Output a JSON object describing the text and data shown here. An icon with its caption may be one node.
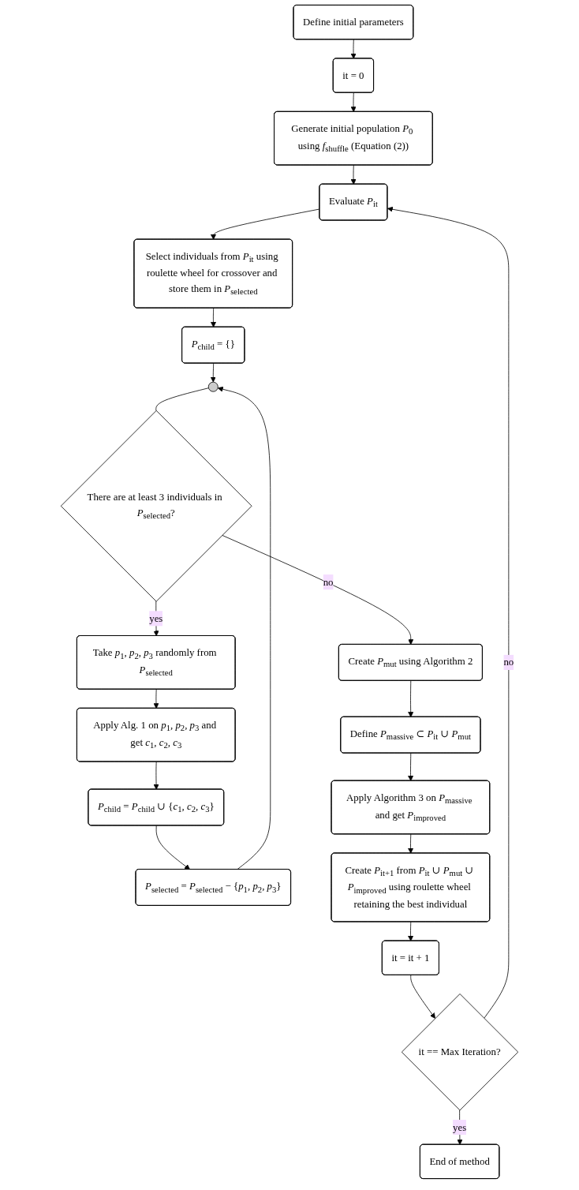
{
  "diagram": {
    "nodes": [
      {
        "text": [
          "Define initial parameters"
        ]
      },
      {
        "text": [
          "it = 0"
        ]
      },
      {
        "text": [
          "Generate initial population *P*$_{0}$ using *f*$_{shuffle}$ (Equation (2))"
        ]
      },
      {
        "text": [
          "Evaluate *P*$_{it}$"
        ]
      },
      {
        "text": [
          "Select individuals from *P*$_{it}$ using roulette wheel for crossover and store them in *P*$_{selected}$"
        ]
      },
      {
        "text": [
          "*P*$_{child}$ = {}"
        ]
      },
      {
        "text": [],
        "shape": "circle"
      },
      {
        "text": [
          "There are at least 3 individuals in *P*$_{selected}$?"
        ]
      },
      {
        "text": [
          "Take *p*$_{1}$, *p*$_{2}$, *p*$_{3}$ randomly from *P*$_{selected}$"
        ]
      },
      {
        "text": [
          "Apply Alg. 1 on *p*$_{1}$, *p*$_{2}$, *p*$_{3}$ and get *c*$_{1}$, *c*$_{2}$, *c*$_{3}$"
        ]
      },
      {
        "text": [
          "*P*$_{child}$ = *P*$_{child}$ ∪ {*c*$_{1}$, *c*$_{2}$, *c*$_{3}$}"
        ]
      },
      {
        "text": [
          "*P*$_{selected}$ = *P*$_{selected}$ − {*p*$_{1}$, *p*$_{2}$, *p*$_{3}$}"
        ]
      },
      {
        "text": [
          "Create *P*$_{mut}$ using Algorithm 2"
        ]
      },
      {
        "text": [
          "Define *P*$_{massive}$ ⊂ *P*$_{it}$ ∪ *P*$_{mut}$"
        ]
      },
      {
        "text": [
          "Apply Algorithm 3 on *P*$_{massive}$ and get *P*$_{improved}$"
        ]
      },
      {
        "text": [
          "Create *P*$_{it+1}$ from *P*$_{it}$ ∪ *P*$_{mut}$ ∪ *P*$_{improved}$ using roulette wheel retaining the best individual"
        ]
      },
      {
        "text": [
          "it = it + 1"
        ]
      },
      {
        "text": [
          "it == Max Iteration?"
        ]
      },
      {
        "text": [
          "End of method"
        ]
      }
    ],
    "edges": [
      {
        "from": 0,
        "to": 1,
        "arrow": "to"
      },
      {
        "from": 1,
        "to": 2,
        "arrow": "to"
      },
      {
        "from": 2,
        "to": 3,
        "arrow": "to"
      },
      {
        "from": 3,
        "to": 4,
        "arrow": "to"
      },
      {
        "from": 4,
        "to": 5,
        "arrow": "to"
      },
      {
        "from": 5,
        "to": 6,
        "arrow": "to"
      },
      {
        "from": 6,
        "to": 7,
        "arrow": "none"
      },
      {
        "from": 7,
        "to": 8,
        "arrow": "to",
        "label": "yes"
      },
      {
        "from": 8,
        "to": 9,
        "arrow": "to"
      },
      {
        "from": 9,
        "to": 10,
        "arrow": "to"
      },
      {
        "from": 10,
        "to": 11,
        "arrow": "to"
      },
      {
        "from": 11,
        "to": 6,
        "arrow": "to"
      },
      {
        "from": 7,
        "to": 12,
        "arrow": "to",
        "label": "no"
      },
      {
        "from": 12,
        "to": 13,
        "arrow": "to"
      },
      {
        "from": 13,
        "to": 14,
        "arrow": "to"
      },
      {
        "from": 14,
        "to": 15,
        "arrow": "to"
      },
      {
        "from": 15,
        "to": 16,
        "arrow": "to"
      },
      {
        "from": 16,
        "to": 17,
        "arrow": "to"
      },
      {
        "from": 17,
        "to": 18,
        "arrow": "to",
        "label": "yes"
      },
      {
        "from": 17,
        "to": 3,
        "arrow": "to",
        "label": "no"
      }
    ]
  }
}
